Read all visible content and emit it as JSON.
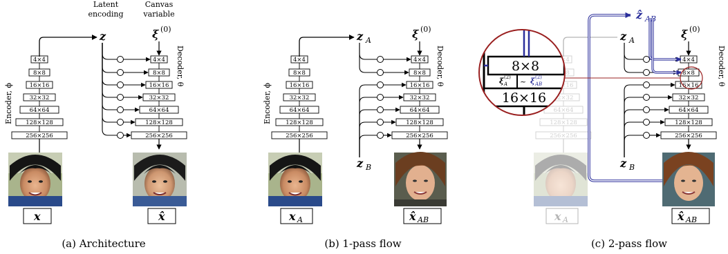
{
  "headers": {
    "latent_encoding": [
      "Latent",
      "encoding"
    ],
    "canvas_variable": [
      "Canvas",
      "variable"
    ]
  },
  "encoder_label": "Encoder, ϕ",
  "decoder_label": "Decoder, θ",
  "encoder_blocks": [
    "4×4",
    "8×8",
    "16×16",
    "32×32",
    "64×64",
    "128×128",
    "256×256"
  ],
  "decoder_blocks": [
    "4×4",
    "8×8",
    "16×16",
    "32×32",
    "64×64",
    "128×128",
    "256×256"
  ],
  "variables": {
    "z": "z",
    "zA": "z",
    "zA_sub": "A",
    "zB": "z",
    "zB_sub": "B",
    "zAB_hat": "ẑ",
    "zAB_sub": "AB",
    "xi0": "ξ",
    "xi0_sup": "(0)",
    "x": "x",
    "x_hat": "x̂",
    "xA": "x",
    "xA_sub": "A",
    "xAB_hat": "x̂",
    "xAB_sub": "AB"
  },
  "zoom": {
    "top_block": "8×8",
    "bottom_block": "16×16",
    "xiA": "ξ",
    "xiA_sub": "A",
    "xiA_sup": "(2)",
    "xiAB": "ξ",
    "xiAB_sub": "AB",
    "xiAB_sup": "(2)",
    "tilde": "~"
  },
  "captions": {
    "a": "(a) Architecture",
    "b": "(b) 1-pass flow",
    "c": "(c) 2-pass flow"
  },
  "colors": {
    "blue_path": "#2b2f9b",
    "zoom_circle": "#9a2020",
    "faded": "#b5b5b5"
  }
}
